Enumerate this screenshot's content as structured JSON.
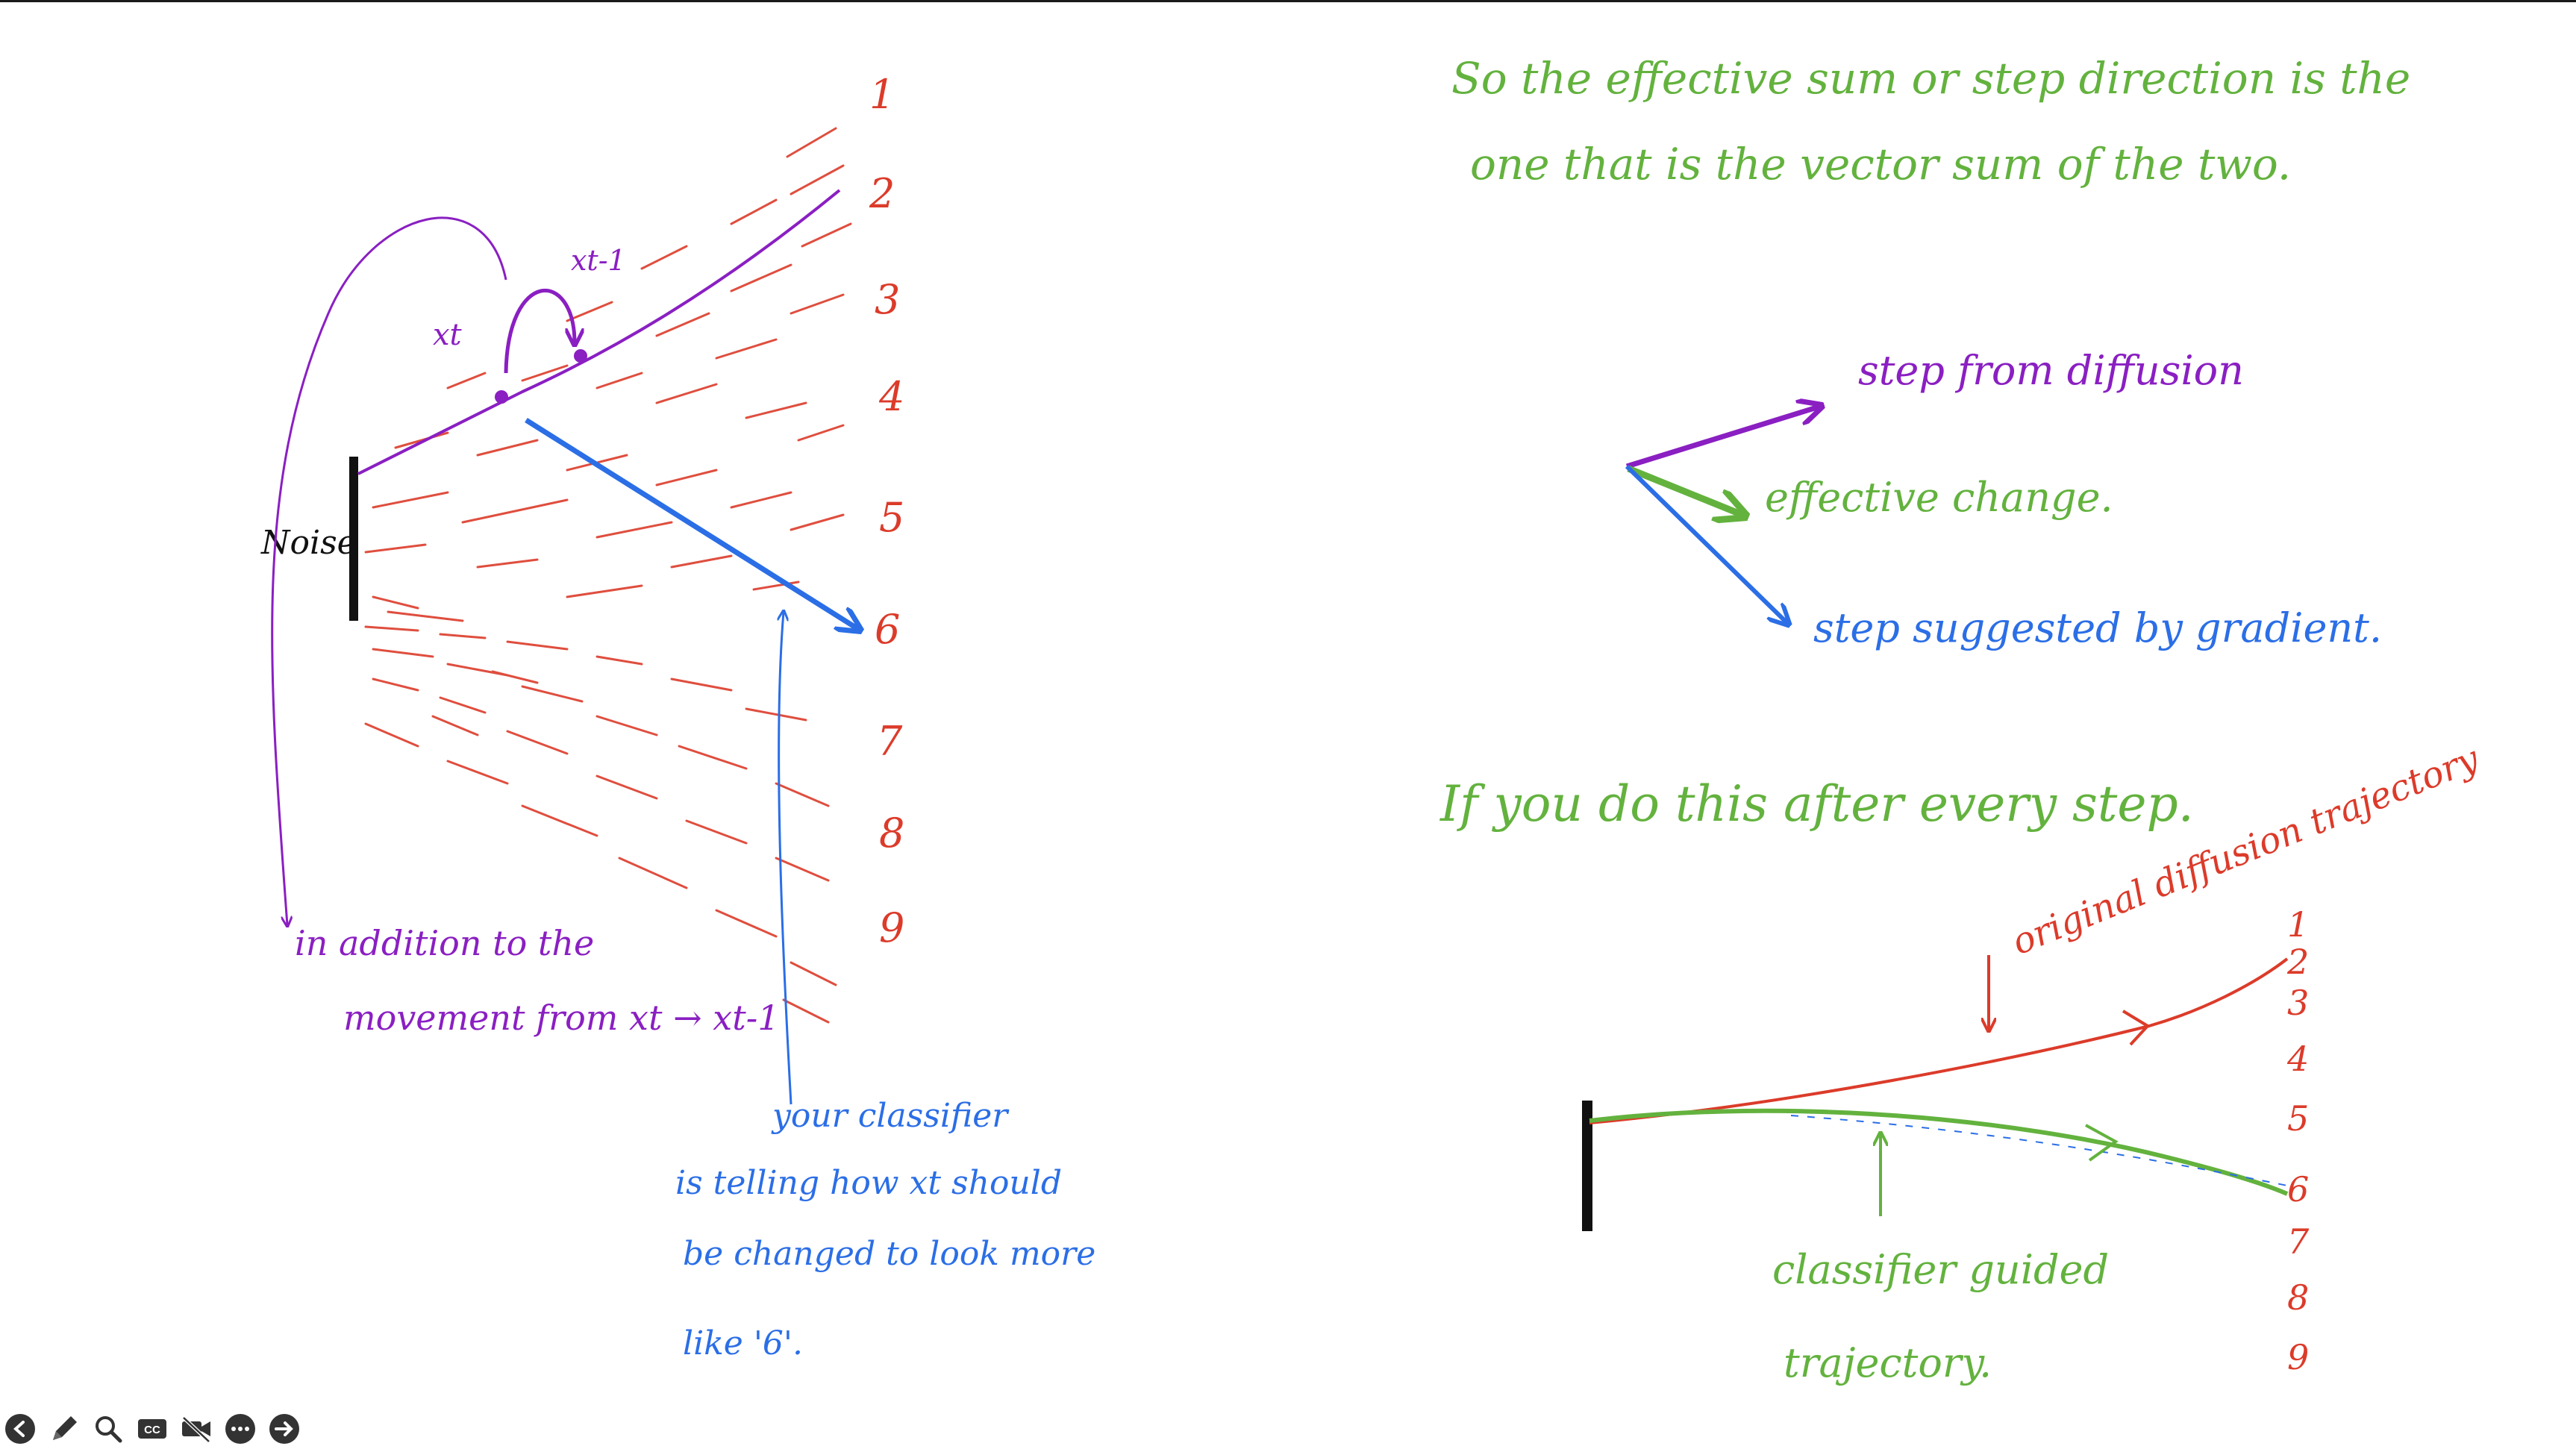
{
  "colors": {
    "red": "#dc3b2a",
    "purple": "#8a1fc2",
    "blue": "#2b6ee6",
    "green": "#63b23e",
    "black": "#111111",
    "toolbar_icon": "#333333"
  },
  "left_diagram": {
    "noise_label": "Noise",
    "xt_label": "xt",
    "xt1_label": "xt-1",
    "digit_labels": [
      "1",
      "2",
      "3",
      "4",
      "5",
      "6",
      "7",
      "8",
      "9"
    ],
    "purple_note": {
      "line1": "in addition to the",
      "line2": "movement from xt → xt-1"
    },
    "blue_note": {
      "line1": "your classifier",
      "line2": "is telling how xt should",
      "line3": "be changed to look more",
      "line4": "like '6'."
    }
  },
  "right_panel": {
    "header": {
      "line1": "So the effective sum or step direction is the",
      "line2": "one that is the vector sum of the two."
    },
    "vectors": {
      "diffusion_label": "step from diffusion",
      "effective_label": "effective change.",
      "gradient_label": "step suggested by gradient."
    },
    "repeat_note": "If you do this after every step.",
    "original_label": "original diffusion trajectory",
    "guided_label": {
      "line1": "classifier guided",
      "line2": "trajectory."
    },
    "digit_labels": [
      "1",
      "2",
      "3",
      "4",
      "5",
      "6",
      "7",
      "8",
      "9"
    ]
  },
  "toolbar": {
    "icons": [
      "back-icon",
      "pen-icon",
      "search-icon",
      "captions-icon",
      "video-off-icon",
      "more-icon",
      "forward-icon"
    ],
    "captions_text": "CC"
  }
}
